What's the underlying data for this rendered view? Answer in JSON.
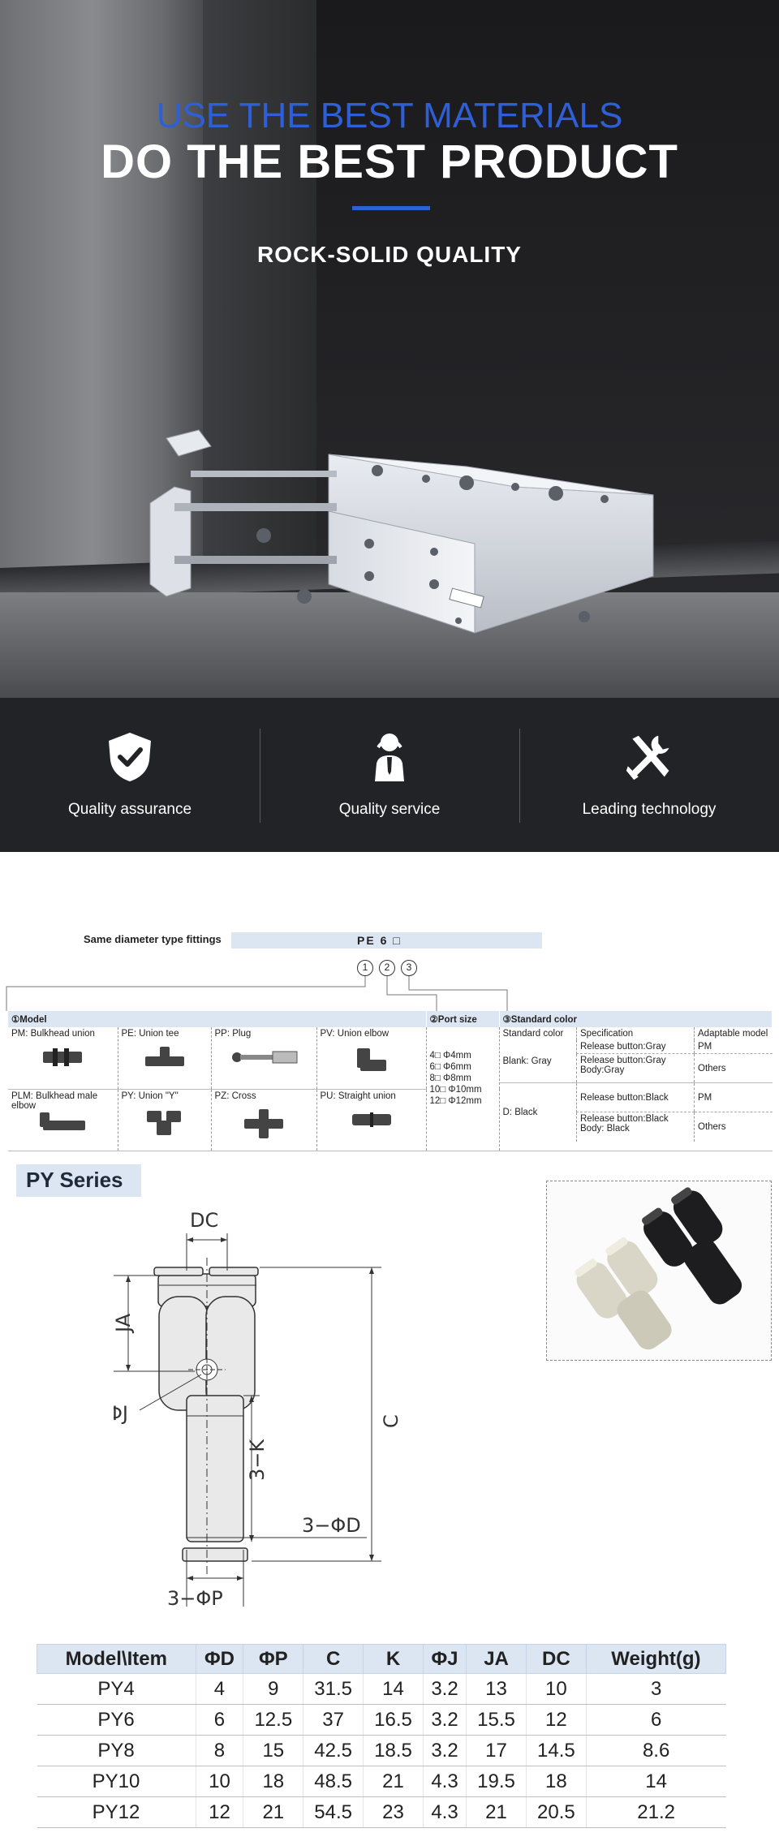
{
  "hero": {
    "tagline": "USE THE BEST MATERIALS",
    "title": "DO THE BEST PRODUCT",
    "subtitle": "ROCK-SOLID QUALITY",
    "accent_color": "#2f5fd6"
  },
  "features": [
    {
      "icon": "shield-check-icon",
      "label": "Quality assurance"
    },
    {
      "icon": "service-person-icon",
      "label": "Quality service"
    },
    {
      "icon": "tools-icon",
      "label": "Leading technology"
    }
  ],
  "part_number": {
    "label": "Same diameter type fittings",
    "code": "PE  6 □",
    "markers": [
      "1",
      "2",
      "3"
    ]
  },
  "spec_table": {
    "headers": {
      "model": "①Model",
      "port_size": "②Port size",
      "standard_color": "③Standard color"
    },
    "models": [
      {
        "label": "PM: Bulkhead union"
      },
      {
        "label": "PE: Union tee"
      },
      {
        "label": "PP: Plug"
      },
      {
        "label": "PV: Union elbow"
      },
      {
        "label": "PLM: Bulkhead male elbow"
      },
      {
        "label": "PY: Union \"Y\""
      },
      {
        "label": "PZ: Cross"
      },
      {
        "label": "PU: Straight union"
      }
    ],
    "port_sizes": [
      "4□  Φ4mm",
      "6□  Φ6mm",
      "8□  Φ8mm",
      "10□  Φ10mm",
      "12□  Φ12mm"
    ],
    "color_headers": [
      "Standard color",
      "Specification",
      "Adaptable model"
    ],
    "colors": [
      {
        "name": "Blank: Gray",
        "rows": [
          {
            "spec": "Release button:Gray",
            "model": "PM"
          },
          {
            "spec": "Release button:Gray Body:Gray",
            "model": "Others"
          }
        ]
      },
      {
        "name": "D: Black",
        "rows": [
          {
            "spec": "Release button:Black",
            "model": "PM"
          },
          {
            "spec": "Release button:Black Body: Black",
            "model": "Others"
          }
        ]
      }
    ]
  },
  "series": {
    "name": "PY Series",
    "labels": {
      "dc": "DC",
      "ja": "JA",
      "c": "C",
      "phij": "ΦJ",
      "k": "3−K",
      "phid": "3−ΦD",
      "phip": "3−ΦP"
    }
  },
  "dimensions": {
    "headers": [
      "Model\\Item",
      "ΦD",
      "ΦP",
      "C",
      "K",
      "ΦJ",
      "JA",
      "DC",
      "Weight(g)"
    ],
    "rows": [
      [
        "PY4",
        "4",
        "9",
        "31.5",
        "14",
        "3.2",
        "13",
        "10",
        "3"
      ],
      [
        "PY6",
        "6",
        "12.5",
        "37",
        "16.5",
        "3.2",
        "15.5",
        "12",
        "6"
      ],
      [
        "PY8",
        "8",
        "15",
        "42.5",
        "18.5",
        "3.2",
        "17",
        "14.5",
        "8.6"
      ],
      [
        "PY10",
        "10",
        "18",
        "48.5",
        "21",
        "4.3",
        "19.5",
        "18",
        "14"
      ],
      [
        "PY12",
        "12",
        "21",
        "54.5",
        "23",
        "4.3",
        "21",
        "20.5",
        "21.2"
      ]
    ]
  }
}
